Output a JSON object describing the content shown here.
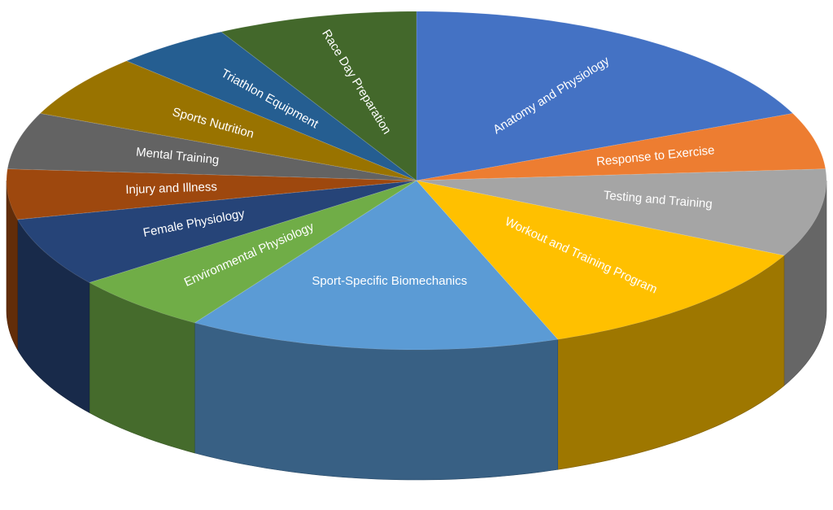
{
  "chart_data": {
    "type": "pie",
    "variant": "3d",
    "title": "",
    "start": "top, clockwise",
    "slices": [
      {
        "label": "Anatomy and Physiology",
        "value": 18.5,
        "color": "#4472C4"
      },
      {
        "label": "Response to Exercise",
        "value": 5.4,
        "color": "#ED7D31"
      },
      {
        "label": "Testing and Training",
        "value": 8.4,
        "color": "#A5A5A5"
      },
      {
        "label": "Workout and Training Program",
        "value": 12.1,
        "color": "#FFC000"
      },
      {
        "label": "Sport-Specific Biomechanics",
        "value": 14.7,
        "color": "#5B9BD5"
      },
      {
        "label": "Environmental Physiology",
        "value": 5.6,
        "color": "#70AD47"
      },
      {
        "label": "Female Physiology",
        "value": 6.6,
        "color": "#264478"
      },
      {
        "label": "Injury and Illness",
        "value": 4.8,
        "color": "#9E480E"
      },
      {
        "label": "Mental Training",
        "value": 5.4,
        "color": "#636363"
      },
      {
        "label": "Sports Nutrition",
        "value": 6.0,
        "color": "#997300"
      },
      {
        "label": "Triathlon Equipment",
        "value": 4.6,
        "color": "#255E91"
      },
      {
        "label": "Race Day Preparation",
        "value": 7.9,
        "color": "#43682B"
      }
    ]
  }
}
